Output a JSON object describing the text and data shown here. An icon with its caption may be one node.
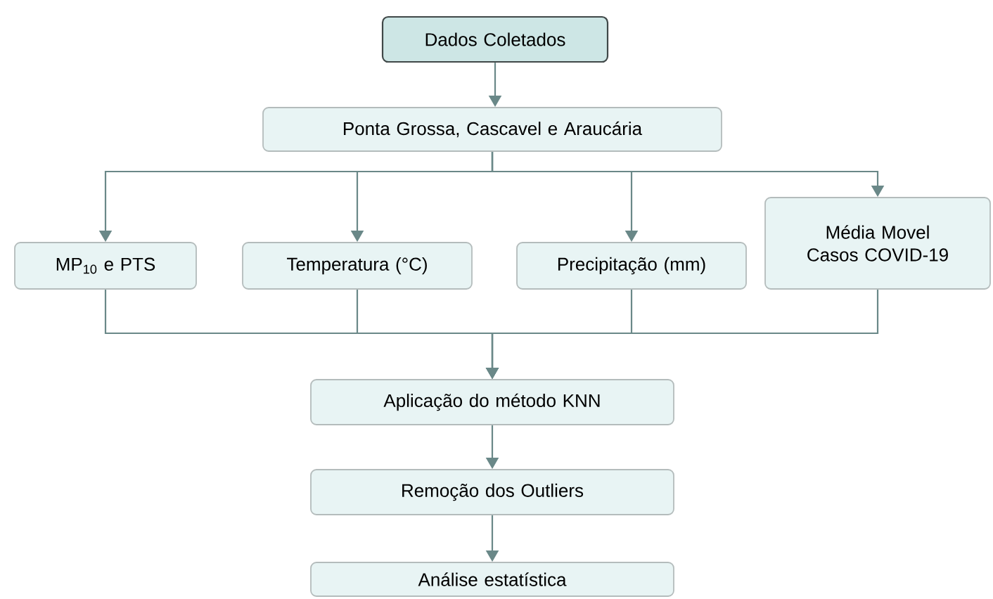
{
  "diagram": {
    "nodes": [
      {
        "text": [
          "Dados Coletados"
        ]
      },
      {
        "text": [
          "Ponta Grossa, Cascavel e Araucária"
        ]
      },
      {
        "text": [
          "MP$_{10}$ e PTS"
        ]
      },
      {
        "text": [
          "Temperatura (°C)"
        ]
      },
      {
        "text": [
          "Precipitação (mm)"
        ]
      },
      {
        "text": [
          "Média Movel Casos COVID-19"
        ]
      },
      {
        "text": [
          "Aplicação do método KNN"
        ]
      },
      {
        "text": [
          "Remoção dos Outliers"
        ]
      },
      {
        "text": [
          "Análise estatística"
        ]
      }
    ],
    "edges": [
      {
        "from": 0,
        "to": 1,
        "arrow": "to"
      },
      {
        "from": 1,
        "to": 2,
        "arrow": "to"
      },
      {
        "from": 1,
        "to": 3,
        "arrow": "to"
      },
      {
        "from": 1,
        "to": 4,
        "arrow": "to"
      },
      {
        "from": 1,
        "to": 5,
        "arrow": "to"
      },
      {
        "from": 2,
        "to": 6,
        "arrow": "to"
      },
      {
        "from": 3,
        "to": 6,
        "arrow": "to"
      },
      {
        "from": 4,
        "to": 6,
        "arrow": "to"
      },
      {
        "from": 5,
        "to": 6,
        "arrow": "to"
      },
      {
        "from": 6,
        "to": 7,
        "arrow": "to"
      },
      {
        "from": 7,
        "to": 8,
        "arrow": "to"
      }
    ]
  }
}
